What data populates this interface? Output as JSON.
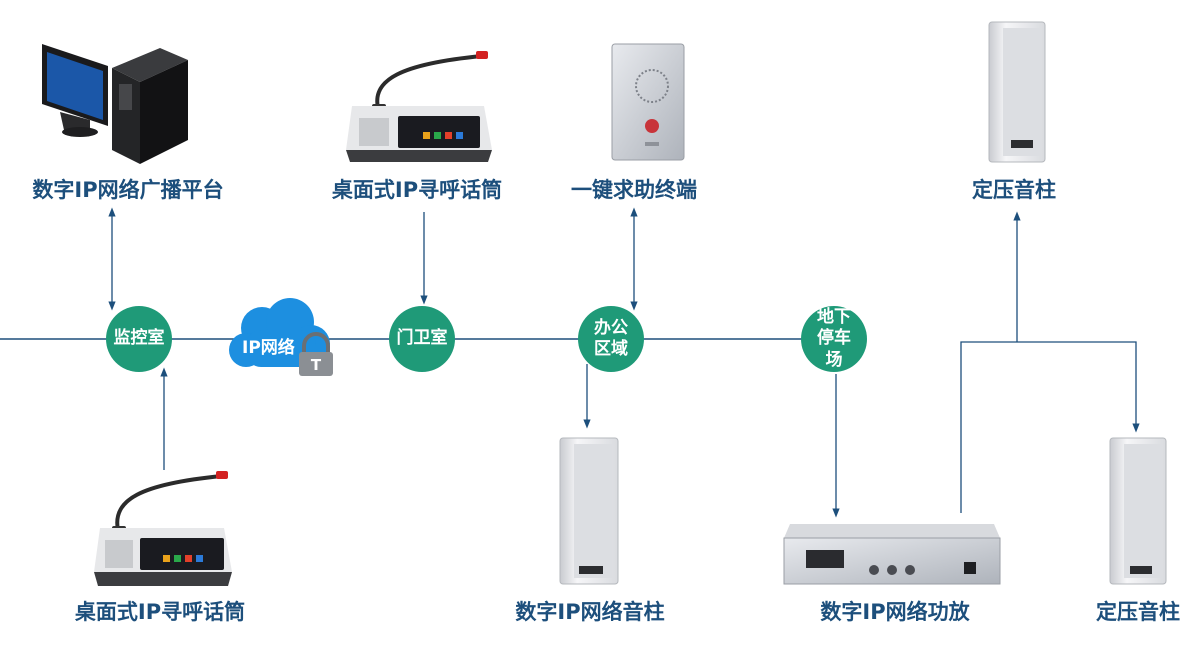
{
  "colors": {
    "line": "#1d4f7c",
    "node": "#1f9a78",
    "cloud": "#1d8fe0",
    "label": "#1d4f7c"
  },
  "devices": {
    "broadcast_platform": "数字IP网络广播平台",
    "desk_paging_top": "桌面式IP寻呼话筒",
    "help_terminal": "一键求助终端",
    "column_speaker_top": "定压音柱",
    "desk_paging_bottom": "桌面式IP寻呼话筒",
    "ip_speaker": "数字IP网络音柱",
    "ip_amplifier": "数字IP网络功放",
    "column_speaker_bottom": "定压音柱"
  },
  "nodes": {
    "monitor_room": "监控室",
    "guard_room": "门卫室",
    "office_area": "办公区域",
    "parking": "地下停车场"
  },
  "cloud": {
    "label": "IP网络"
  }
}
